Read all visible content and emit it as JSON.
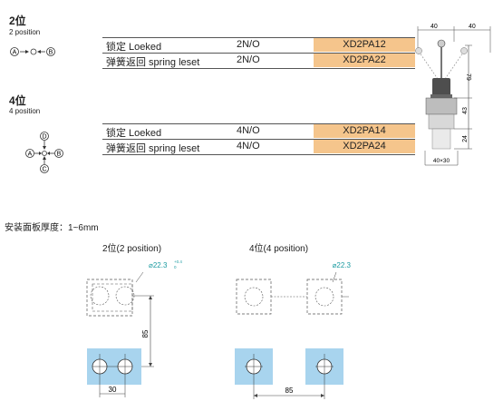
{
  "section_2pos": {
    "title": "2位",
    "subtitle": "2 position"
  },
  "section_4pos": {
    "title": "4位",
    "subtitle": "4 position"
  },
  "legend_2pos": {
    "a": "A",
    "b": "B"
  },
  "legend_4pos": {
    "a": "A",
    "b": "B",
    "c": "C",
    "d": "D"
  },
  "rows_2pos": [
    {
      "cn": "锁定   Loeked",
      "contacts": "2N/O",
      "code": "XD2PA12"
    },
    {
      "cn": "弹簧返回  spring leset",
      "contacts": "2N/O",
      "code": "XD2PA22"
    }
  ],
  "rows_4pos": [
    {
      "cn": "锁定   Loeked",
      "contacts": "4N/O",
      "code": "XD2PA14"
    },
    {
      "cn": "弹簧返回  spring leset",
      "contacts": "4N/O",
      "code": "XD2PA24"
    }
  ],
  "drawing": {
    "dim_top_left": "40",
    "dim_top_right": "40",
    "dim_79": "79",
    "dim_43": "43",
    "dim_24": "24",
    "base": "40×30"
  },
  "install": {
    "title": "安装面板厚度：1~6mm",
    "view_2pos_title": "2位(2 position)",
    "view_4pos_title": "4位(4 position)",
    "hole": "22.3",
    "hole_tol_upper": "+0.4",
    "hole_tol_lower": "0",
    "dim_85_vertical": "85",
    "dim_30": "30",
    "dim_85_horizontal": "85"
  },
  "colors": {
    "code_fill": "#f5c58c",
    "hole_fill": "#a8d4ee",
    "tolerance_text": "#1a9aa0"
  }
}
